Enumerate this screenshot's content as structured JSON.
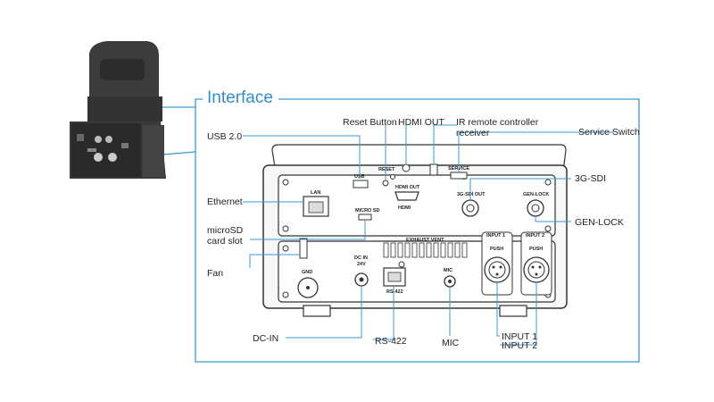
{
  "interface_title": "Interface",
  "callouts": {
    "usb": "USB 2.0",
    "reset_button": "Reset Button",
    "hdmi_out": "HDMI OUT",
    "ir_line1": "IR remote controller",
    "ir_line2": "receiver",
    "service_switch": "Service Switch",
    "sdi": "3G-SDI",
    "ethernet": "Ethernet",
    "genlock": "GEN-LOCK",
    "microsd_line1": "microSD",
    "microsd_line2": "card slot",
    "fan": "Fan",
    "dc_in": "DC-IN",
    "rs422": "RS-422",
    "mic": "MIC",
    "input1": "INPUT 1",
    "input2": "INPUT 2"
  },
  "panel_labels": {
    "reset": "RESET",
    "usb": "USB",
    "hdmi_out": "HDMI OUT",
    "service": "SERVICE",
    "lan": "LAN",
    "microsd": "MICRO SD",
    "sdi_out": "3G-SDI OUT",
    "genlock": "GEN-LOCK",
    "input1": "INPUT 1",
    "input2": "INPUT 2",
    "push1": "PUSH",
    "push2": "PUSH",
    "exhaust_vent": "EXHAUST VENT",
    "gnd": "GND",
    "dc_in_line1": "DC IN",
    "dc_in_line2": "24V",
    "rs422": "RS-422",
    "mic": "MIC",
    "hdmi_logo": "HDMI"
  },
  "colors": {
    "accent": "#2f8fd0",
    "leader_line": "#3a9ad6",
    "panel_outline": "#333333",
    "camera_body": "#3c3c3c"
  }
}
